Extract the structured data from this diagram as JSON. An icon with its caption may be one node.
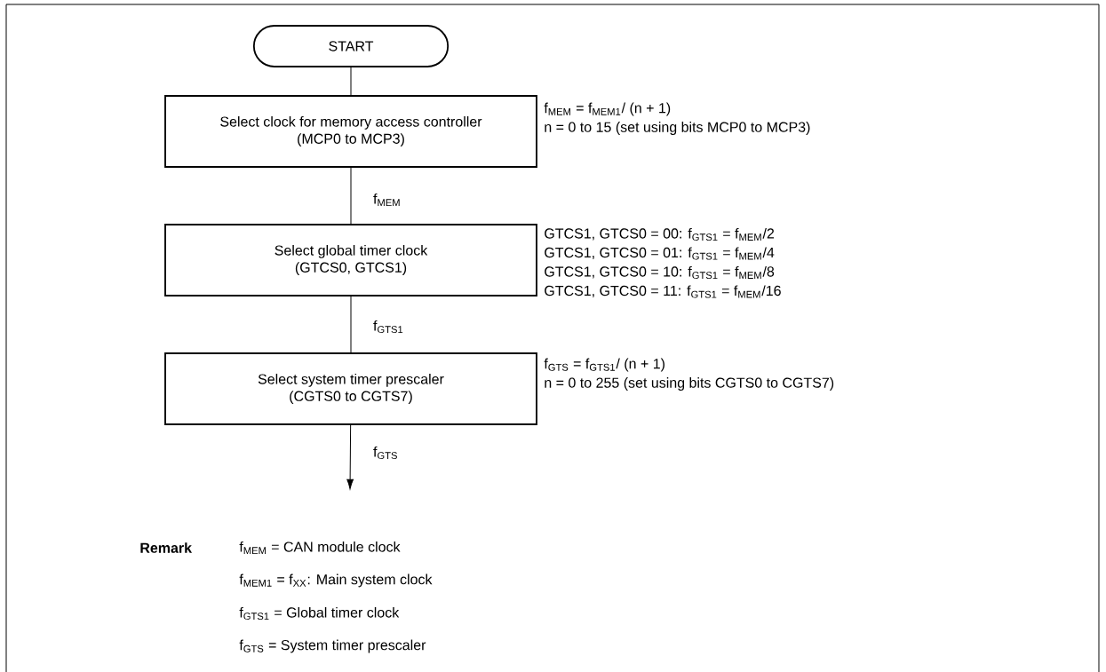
{
  "diagram": {
    "nodes": [
      {
        "text": [
          "START"
        ]
      },
      {
        "text": [
          "Select clock for memory access controller",
          "(MCP0 to MCP3)"
        ],
        "beside": [
          "f$_{MEM}$ = f$_{MEM1}$/ (n + 1)",
          "n = 0 to 15 (set using bits MCP0 to MCP3)"
        ]
      },
      {
        "text": [
          "Select global timer clock",
          "(GTCS0, GTCS1)"
        ],
        "beside": [
          "GTCS1, GTCS0 = 00: f$_{GTS1}$ = f$_{MEM}$/2",
          "GTCS1, GTCS0 = 01: f$_{GTS1}$ = f$_{MEM}$/4",
          "GTCS1, GTCS0 = 10: f$_{GTS1}$ = f$_{MEM}$/8",
          "GTCS1, GTCS0 = 11: f$_{GTS1}$ = f$_{MEM}$/16"
        ]
      },
      {
        "text": [
          "Select system timer prescaler",
          "(CGTS0 to CGTS7)"
        ],
        "beside": [
          "f$_{GTS}$ = f$_{GTS1}$/ (n + 1)",
          "n = 0 to 255 (set using bits CGTS0 to CGTS7)"
        ]
      }
    ],
    "edges": [
      {
        "from": 0,
        "to": 1,
        "arrow": "none"
      },
      {
        "from": 1,
        "to": 2,
        "arrow": "none",
        "label": "f$_{MEM}$"
      },
      {
        "from": 2,
        "to": 3,
        "arrow": "none",
        "label": "f$_{GTS1}$"
      },
      {
        "from": 3,
        "to": null,
        "arrow": "to",
        "label": "f$_{GTS}$"
      }
    ],
    "labels": [
      "Remark",
      "f$_{MEM}$ = CAN module clock",
      "f$_{MEM1}$ = f$_{XX}$: Main system clock",
      "f$_{GTS1}$ = Global timer clock",
      "f$_{GTS}$ = System timer prescaler"
    ]
  }
}
